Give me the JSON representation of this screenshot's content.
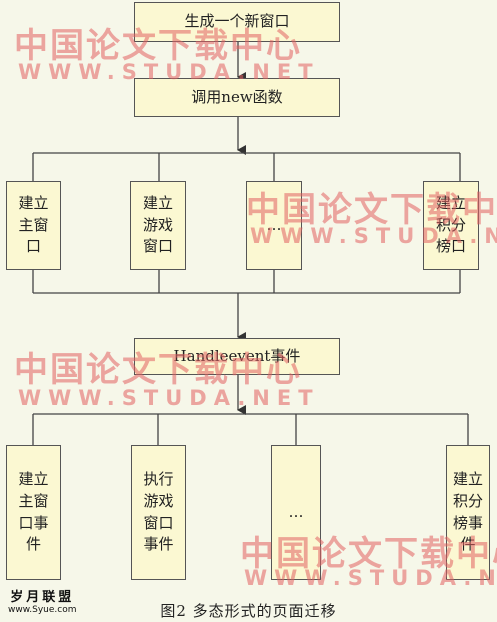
{
  "nodes": {
    "new_window": "生成一个新窗口",
    "call_new": "调用new函数",
    "main_window": "建立\n主窗\n口",
    "game_window": "建立\n游戏\n窗口",
    "ellipsis_top": "…",
    "score_window": "建立\n积分\n榜口",
    "handle_event": "Handleevent事件",
    "main_event": "建立\n主窗\n口事\n件",
    "game_event": "执行\n游戏\n窗口\n事件",
    "ellipsis_bottom": "…",
    "score_event": "建立\n积分\n榜事\n件"
  },
  "watermark": {
    "cn": "中国论文下载中心",
    "en": "WWW.STUDA.NET"
  },
  "logo": {
    "line1": "岁月联盟",
    "line2": "www.Syue.com"
  },
  "caption": "图2  多态形式的页面迁移"
}
